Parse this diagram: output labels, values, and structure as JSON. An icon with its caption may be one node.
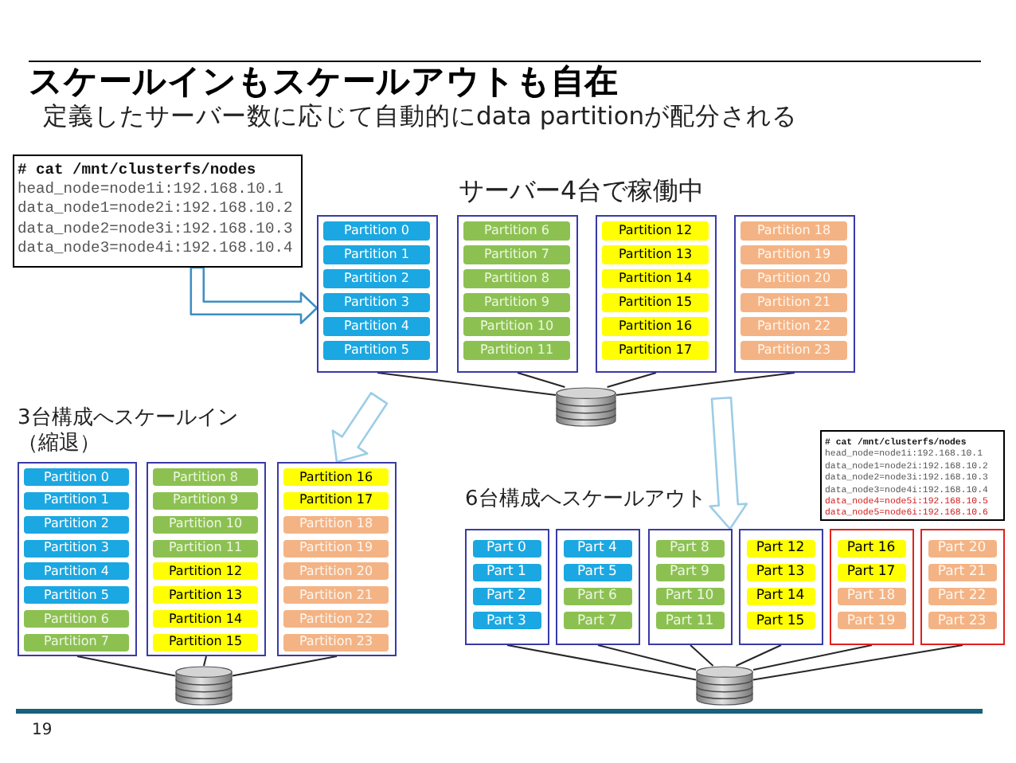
{
  "diagram": {
    "title": "スケールインもスケールアウトも自在",
    "nodes": [
      {
        "text": [
          "# cat /mnt/clusterfs/nodes",
          "head_node=node1i:192.168.10.1",
          "data_node1=node2i:192.168.10.2",
          "data_node2=node3i:192.168.10.3",
          "data_node3=node4i:192.168.10.4"
        ]
      },
      {
        "text": [],
        "shape": "box"
      },
      {
        "text": [
          "Partition 0"
        ],
        "in": 1
      },
      {
        "text": [
          "Partition 1"
        ],
        "in": 1
      },
      {
        "text": [
          "Partition 2"
        ],
        "in": 1
      },
      {
        "text": [
          "Partition 3"
        ],
        "in": 1
      },
      {
        "text": [
          "Partition 4"
        ],
        "in": 1
      },
      {
        "text": [
          "Partition 5"
        ],
        "in": 1
      },
      {
        "text": [],
        "shape": "box"
      },
      {
        "text": [
          "Partition 6"
        ],
        "in": 8
      },
      {
        "text": [
          "Partition 7"
        ],
        "in": 8
      },
      {
        "text": [
          "Partition 8"
        ],
        "in": 8
      },
      {
        "text": [
          "Partition 9"
        ],
        "in": 8
      },
      {
        "text": [
          "Partition 10"
        ],
        "in": 8
      },
      {
        "text": [
          "Partition 11"
        ],
        "in": 8
      },
      {
        "text": [],
        "shape": "box"
      },
      {
        "text": [
          "Partition 12"
        ],
        "in": 15
      },
      {
        "text": [
          "Partition 13"
        ],
        "in": 15
      },
      {
        "text": [
          "Partition 14"
        ],
        "in": 15
      },
      {
        "text": [
          "Partition 15"
        ],
        "in": 15
      },
      {
        "text": [
          "Partition 16"
        ],
        "in": 15
      },
      {
        "text": [
          "Partition 17"
        ],
        "in": 15
      },
      {
        "text": [],
        "shape": "box"
      },
      {
        "text": [
          "Partition 18"
        ],
        "in": 22
      },
      {
        "text": [
          "Partition 19"
        ],
        "in": 22
      },
      {
        "text": [
          "Partition 20"
        ],
        "in": 22
      },
      {
        "text": [
          "Partition 21"
        ],
        "in": 22
      },
      {
        "text": [
          "Partition 22"
        ],
        "in": 22
      },
      {
        "text": [
          "Partition 23"
        ],
        "in": 22
      },
      {
        "text": [],
        "shape": "cylinder"
      },
      {
        "text": [],
        "shape": "box"
      },
      {
        "text": [
          "Partition 0"
        ],
        "in": 30
      },
      {
        "text": [
          "Partition 1"
        ],
        "in": 30
      },
      {
        "text": [
          "Partition 2"
        ],
        "in": 30
      },
      {
        "text": [
          "Partition 3"
        ],
        "in": 30
      },
      {
        "text": [
          "Partition 4"
        ],
        "in": 30
      },
      {
        "text": [
          "Partition 5"
        ],
        "in": 30
      },
      {
        "text": [
          "Partition 6"
        ],
        "in": 30
      },
      {
        "text": [
          "Partition 7"
        ],
        "in": 30
      },
      {
        "text": [],
        "shape": "box"
      },
      {
        "text": [
          "Partition 8"
        ],
        "in": 39
      },
      {
        "text": [
          "Partition 9"
        ],
        "in": 39
      },
      {
        "text": [
          "Partition 10"
        ],
        "in": 39
      },
      {
        "text": [
          "Partition 11"
        ],
        "in": 39
      },
      {
        "text": [
          "Partition 12"
        ],
        "in": 39
      },
      {
        "text": [
          "Partition 13"
        ],
        "in": 39
      },
      {
        "text": [
          "Partition 14"
        ],
        "in": 39
      },
      {
        "text": [
          "Partition 15"
        ],
        "in": 39
      },
      {
        "text": [],
        "shape": "box"
      },
      {
        "text": [
          "Partition 16"
        ],
        "in": 48
      },
      {
        "text": [
          "Partition 17"
        ],
        "in": 48
      },
      {
        "text": [
          "Partition 18"
        ],
        "in": 48
      },
      {
        "text": [
          "Partition 19"
        ],
        "in": 48
      },
      {
        "text": [
          "Partition 20"
        ],
        "in": 48
      },
      {
        "text": [
          "Partition 21"
        ],
        "in": 48
      },
      {
        "text": [
          "Partition 22"
        ],
        "in": 48
      },
      {
        "text": [
          "Partition 23"
        ],
        "in": 48
      },
      {
        "text": [],
        "shape": "cylinder"
      },
      {
        "text": [
          "# cat /mnt/clusterfs/nodes",
          "head_node=node1i:192.168.10.1",
          "data_node1=node2i:192.168.10.2",
          "data_node2=node3i:192.168.10.3",
          "data_node3=node4i:192.168.10.4",
          "data_node4=node5i:192.168.10.5",
          "data_node5=node6i:192.168.10.6"
        ]
      },
      {
        "text": [],
        "shape": "box"
      },
      {
        "text": [
          "Part 0"
        ],
        "in": 59
      },
      {
        "text": [
          "Part 1"
        ],
        "in": 59
      },
      {
        "text": [
          "Part 2"
        ],
        "in": 59
      },
      {
        "text": [
          "Part 3"
        ],
        "in": 59
      },
      {
        "text": [],
        "shape": "box"
      },
      {
        "text": [
          "Part 4"
        ],
        "in": 64
      },
      {
        "text": [
          "Part 5"
        ],
        "in": 64
      },
      {
        "text": [
          "Part 6"
        ],
        "in": 64
      },
      {
        "text": [
          "Part 7"
        ],
        "in": 64
      },
      {
        "text": [],
        "shape": "box"
      },
      {
        "text": [
          "Part 8"
        ],
        "in": 69
      },
      {
        "text": [
          "Part 9"
        ],
        "in": 69
      },
      {
        "text": [
          "Part 10"
        ],
        "in": 69
      },
      {
        "text": [
          "Part 11"
        ],
        "in": 69
      },
      {
        "text": [],
        "shape": "box"
      },
      {
        "text": [
          "Part 12"
        ],
        "in": 74
      },
      {
        "text": [
          "Part 13"
        ],
        "in": 74
      },
      {
        "text": [
          "Part 14"
        ],
        "in": 74
      },
      {
        "text": [
          "Part 15"
        ],
        "in": 74
      },
      {
        "text": [],
        "shape": "box"
      },
      {
        "text": [
          "Part 16"
        ],
        "in": 79
      },
      {
        "text": [
          "Part 17"
        ],
        "in": 79
      },
      {
        "text": [
          "Part 18"
        ],
        "in": 79
      },
      {
        "text": [
          "Part 19"
        ],
        "in": 79
      },
      {
        "text": [],
        "shape": "box"
      },
      {
        "text": [
          "Part 20"
        ],
        "in": 84
      },
      {
        "text": [
          "Part 21"
        ],
        "in": 84
      },
      {
        "text": [
          "Part 22"
        ],
        "in": 84
      },
      {
        "text": [
          "Part 23"
        ],
        "in": 84
      },
      {
        "text": [],
        "shape": "cylinder"
      }
    ],
    "edges": [
      {
        "from": 0,
        "to": 1,
        "arrow": "to",
        "style": "thick",
        "color": "#3d8fc4"
      },
      {
        "from": null,
        "to": 48,
        "arrow": "to",
        "style": "thick",
        "color": "#9ccde6"
      },
      {
        "from": null,
        "to": 69,
        "arrow": "to",
        "style": "thick",
        "color": "#9ccde6"
      },
      {
        "from": 1,
        "to": 29,
        "arrow": "none"
      },
      {
        "from": 8,
        "to": 29,
        "arrow": "none"
      },
      {
        "from": 15,
        "to": 29,
        "arrow": "none"
      },
      {
        "from": 22,
        "to": 29,
        "arrow": "none"
      },
      {
        "from": 30,
        "to": 57,
        "arrow": "none"
      },
      {
        "from": 39,
        "to": 57,
        "arrow": "none"
      },
      {
        "from": 48,
        "to": 57,
        "arrow": "none"
      },
      {
        "from": 59,
        "to": 89,
        "arrow": "none"
      },
      {
        "from": 64,
        "to": 89,
        "arrow": "none"
      },
      {
        "from": 69,
        "to": 89,
        "arrow": "none"
      },
      {
        "from": 74,
        "to": 89,
        "arrow": "none"
      },
      {
        "from": 79,
        "to": 89,
        "arrow": "none"
      },
      {
        "from": 84,
        "to": 89,
        "arrow": "none"
      }
    ],
    "labels": [
      "定義したサーバー数に応じて自動的にdata partitionが配分される",
      "サーバー4台で稼働中",
      "3台構成へスケールイン（縮退）",
      "6台構成へスケールアウト",
      "19"
    ]
  }
}
